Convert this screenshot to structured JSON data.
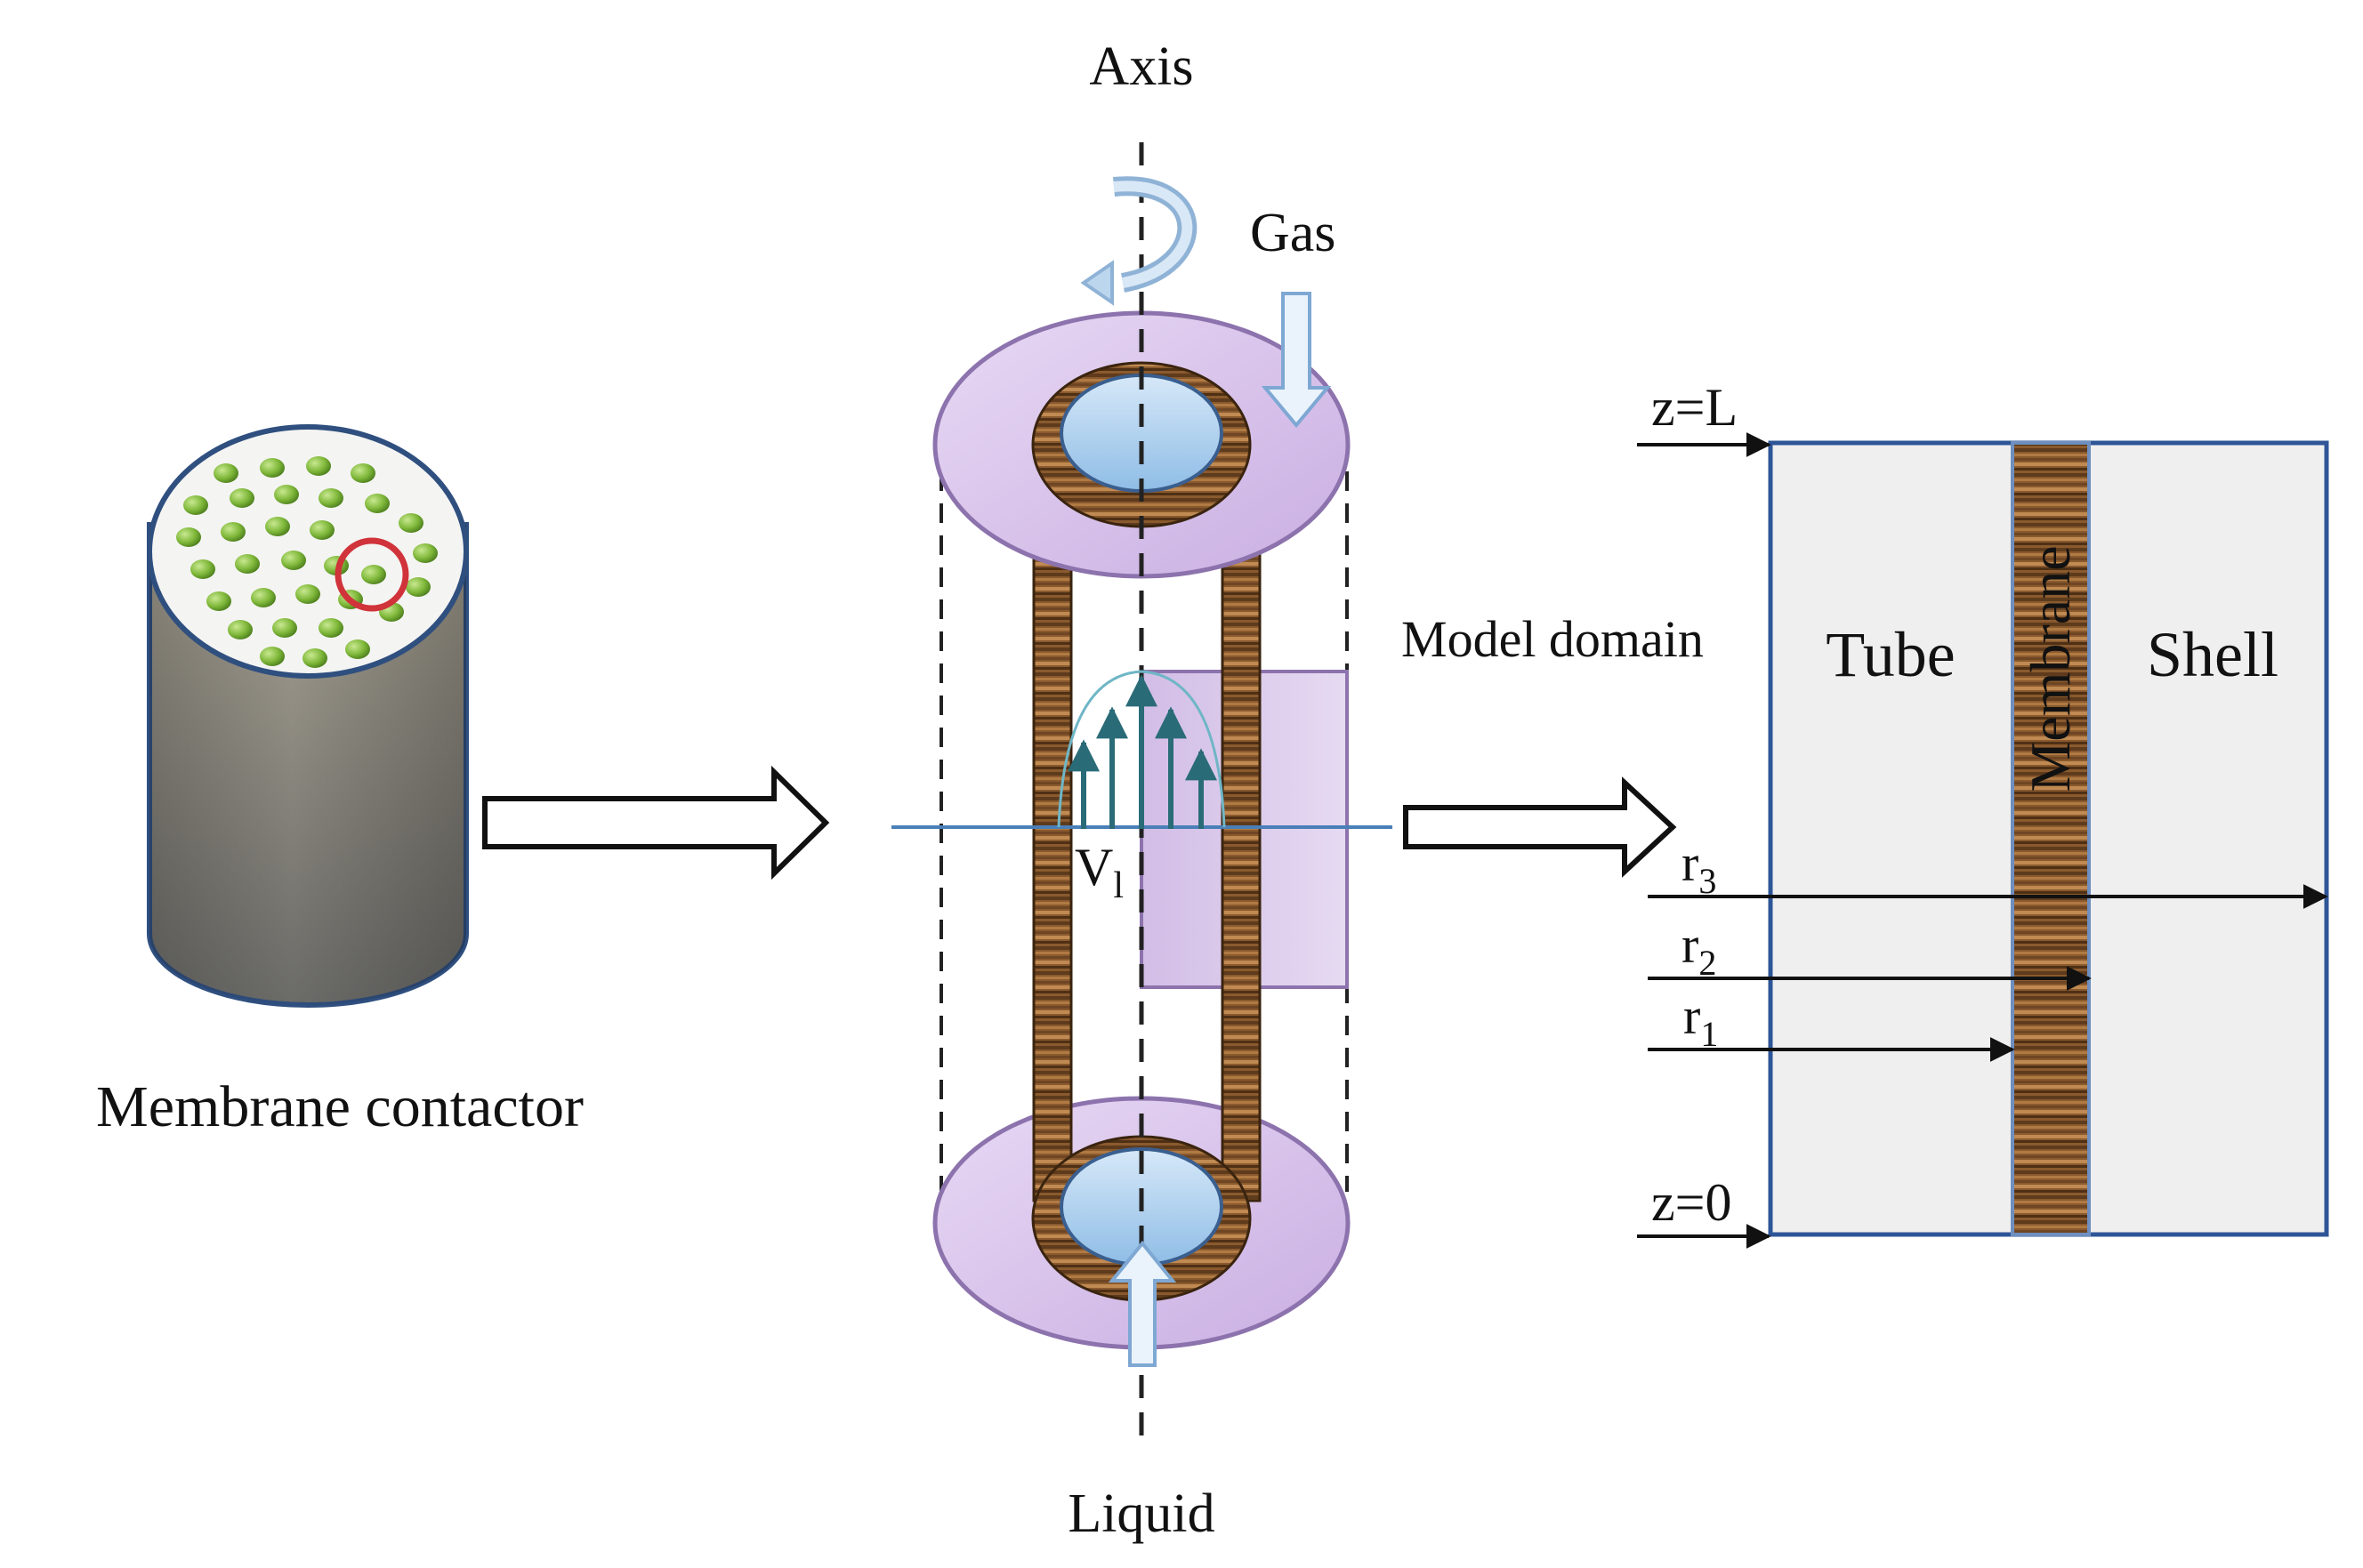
{
  "labels": {
    "axis": "Axis",
    "gas": "Gas",
    "liquid": "Liquid",
    "membrane_contactor": "Membrane contactor",
    "model_domain": "Model domain",
    "tube": "Tube",
    "membrane": "Membrane",
    "shell": "Shell",
    "z_top": "z=L",
    "z_bottom": "z=0",
    "velocity_main": "V",
    "velocity_sub": "l",
    "r3_main": "r",
    "r3_sub": "3",
    "r2_main": "r",
    "r2_sub": "2",
    "r1_main": "r",
    "r1_sub": "1"
  },
  "colors": {
    "module_body": "#a7a396",
    "module_outline": "#2f4f7f",
    "fiber_dot": "#7fb83a",
    "highlight_ring": "#d0333a",
    "disc_fill": "#d8c3ec",
    "disc_outline": "#8d73ad",
    "lumen_fill": "#b9d7f1",
    "membrane_wood": "#8a5a2e",
    "velocity_profile": "#2a6b78",
    "domain_fill": "#efefef",
    "domain_outline": "#2e5597"
  }
}
